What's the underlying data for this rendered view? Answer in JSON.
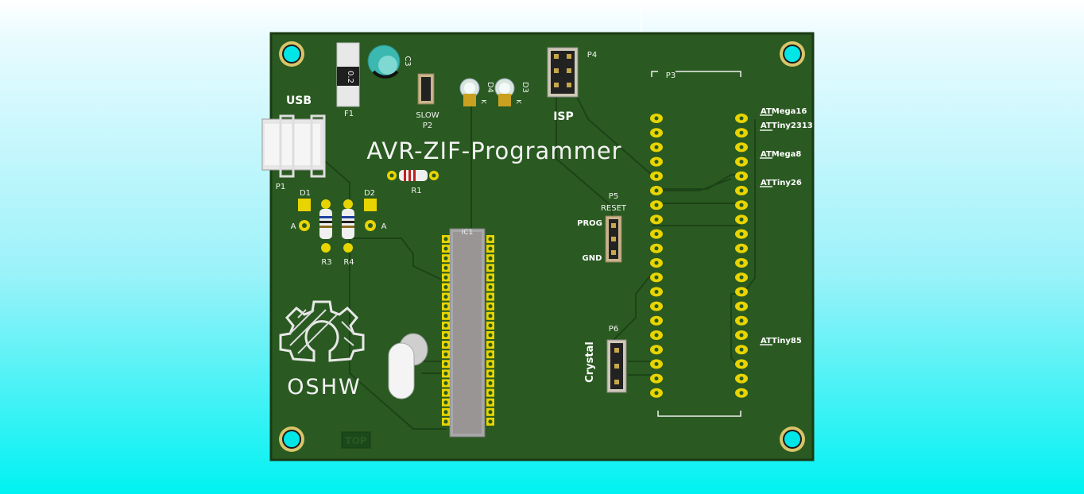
{
  "board": {
    "title": "AVR-ZIF-Programmer",
    "colors": {
      "pcb": "#2a5a21",
      "edge": "#1a3a14",
      "trace": "#1d4318",
      "pad": "#e8d400",
      "silk": "#f2f2f2",
      "mount": "#00e6e6"
    }
  },
  "labels": {
    "usb": "USB",
    "p1": "P1",
    "f1": "F1",
    "c3": "C3",
    "slow": "SLOW",
    "p2": "P2",
    "d4": "D4",
    "d3": "D3",
    "k1": "K",
    "k2": "K",
    "p4": "P4",
    "isp": "ISP",
    "p3": "P3",
    "r1": "R1",
    "d1": "D1",
    "d2": "D2",
    "a1": "A",
    "a2": "A",
    "r3": "R3",
    "r4": "R4",
    "ic1": "IC1",
    "p5": "P5",
    "reset": "RESET",
    "prog": "PROG",
    "gnd": "GND",
    "p6": "P6",
    "crystal": "Crystal",
    "oshw": "OSHW",
    "top": "TOP",
    "fuse_mark": "0.2"
  },
  "chip_labels": {
    "atmega16": "ATMega16",
    "attiny2313": "ATTiny2313",
    "atmega8": "ATMega8",
    "attiny26": "ATTiny26",
    "attiny85": "ATTiny85"
  }
}
